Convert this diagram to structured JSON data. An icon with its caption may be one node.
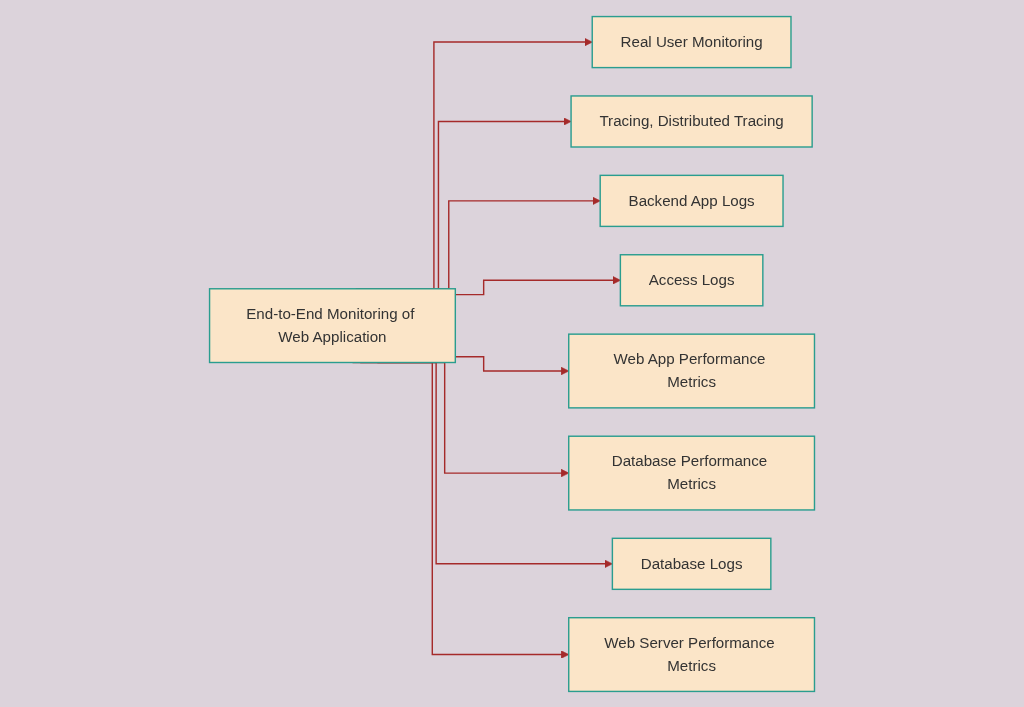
{
  "diagram": {
    "nodes": [
      {
        "text": [
          "Real User Monitoring"
        ]
      },
      {
        "text": [
          "Tracing, Distributed Tracing"
        ]
      },
      {
        "text": [
          "Backend App Logs"
        ]
      },
      {
        "text": [
          "Access Logs"
        ]
      },
      {
        "text": [
          "End-to-End Monitoring of Web Application"
        ]
      },
      {
        "text": [
          "Web App Performance Metrics"
        ]
      },
      {
        "text": [
          "Database Performance Metrics"
        ]
      },
      {
        "text": [
          "Database Logs"
        ]
      },
      {
        "text": [
          "Web Server Performance Metrics"
        ]
      }
    ],
    "edges": [
      {
        "from": 4,
        "to": 0,
        "arrow": "to"
      },
      {
        "from": 4,
        "to": 1,
        "arrow": "to"
      },
      {
        "from": 4,
        "to": 2,
        "arrow": "to"
      },
      {
        "from": 4,
        "to": 3,
        "arrow": "to"
      },
      {
        "from": 4,
        "to": 5,
        "arrow": "to"
      },
      {
        "from": 4,
        "to": 6,
        "arrow": "to"
      },
      {
        "from": 4,
        "to": 7,
        "arrow": "to"
      },
      {
        "from": 4,
        "to": 8,
        "arrow": "to"
      }
    ]
  }
}
